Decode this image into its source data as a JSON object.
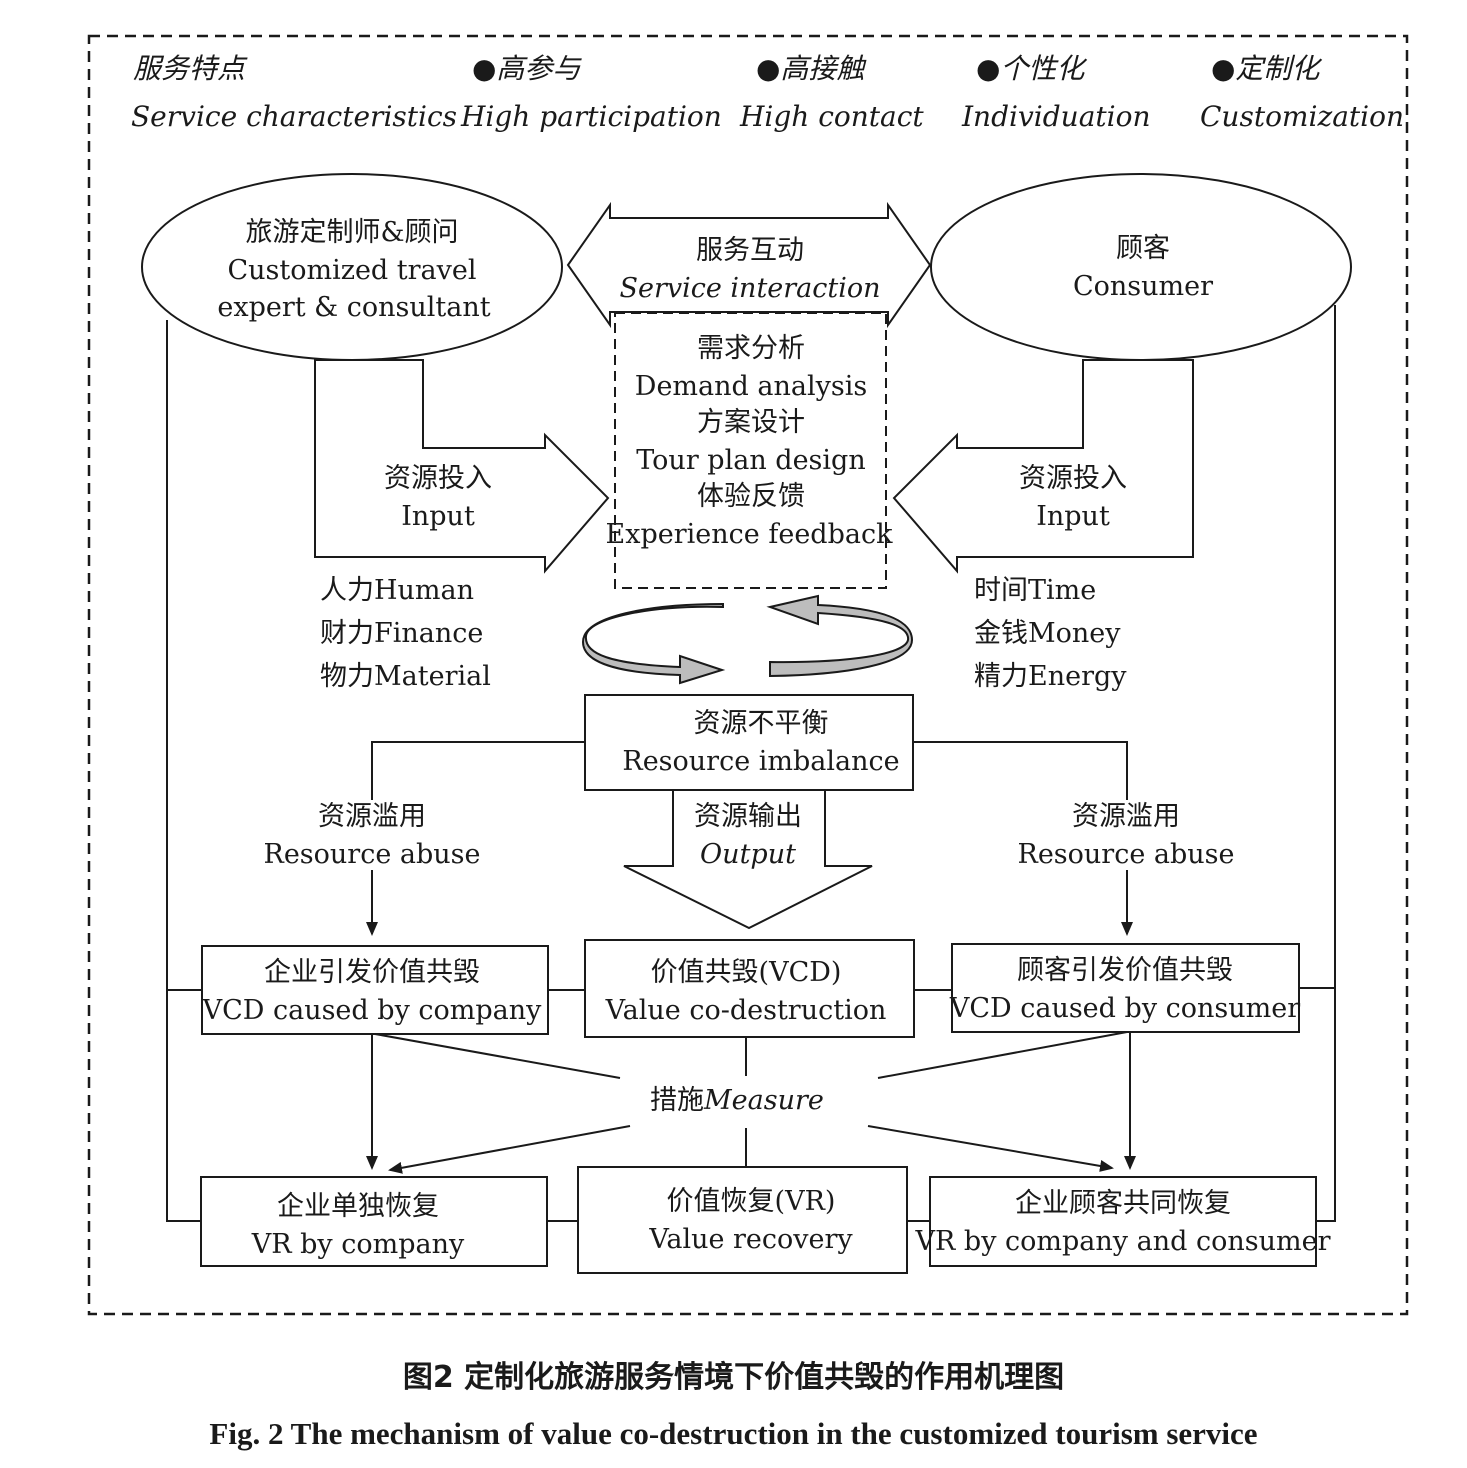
{
  "characteristics": {
    "label_cn": "服务特点",
    "label_en": "Service characteristics",
    "items": [
      {
        "cn": "●高参与",
        "en": "High participation"
      },
      {
        "cn": "●高接触",
        "en": "High contact"
      },
      {
        "cn": "●个性化",
        "en": "Individuation"
      },
      {
        "cn": "●定制化",
        "en": "Customization"
      }
    ]
  },
  "actors": {
    "expert": {
      "cn": "旅游定制师&顾问",
      "en1": "Customized travel",
      "en2": "expert & consultant"
    },
    "consumer": {
      "cn": "顾客",
      "en": "Consumer"
    }
  },
  "interaction": {
    "cn": "服务互动",
    "en": "Service interaction"
  },
  "process": [
    {
      "cn": "需求分析",
      "en": "Demand analysis"
    },
    {
      "cn": "方案设计",
      "en": "Tour plan design"
    },
    {
      "cn": "体验反馈",
      "en": "Experience feedback"
    }
  ],
  "inputs": {
    "left": {
      "cn": "资源投入",
      "en": "Input",
      "resources": [
        "人力Human",
        "财力Finance",
        "物力Material"
      ]
    },
    "right": {
      "cn": "资源投入",
      "en": "Input",
      "resources": [
        "时间Time",
        "金钱Money",
        "精力Energy"
      ]
    }
  },
  "imbalance": {
    "cn": "资源不平衡",
    "en": "Resource imbalance"
  },
  "abuse": {
    "cn": "资源滥用",
    "en": "Resource abuse"
  },
  "output": {
    "cn": "资源输出",
    "en": "Output"
  },
  "vcd": {
    "company": {
      "cn": "企业引发价值共毁",
      "en": "VCD caused by company"
    },
    "center": {
      "cn": "价值共毁(VCD)",
      "en": "Value co-destruction"
    },
    "consumer": {
      "cn": "顾客引发价值共毁",
      "en": "VCD caused by consumer"
    }
  },
  "measure": {
    "cn": "措施",
    "en": "Measure"
  },
  "vr": {
    "company": {
      "cn": "企业单独恢复",
      "en": "VR by company"
    },
    "center": {
      "cn": "价值恢复(VR)",
      "en": "Value recovery"
    },
    "joint": {
      "cn": "企业顾客共同恢复",
      "en": "VR by company and consumer"
    }
  },
  "caption": {
    "cn": "图2   定制化旅游服务情境下价值共毁的作用机理图",
    "en": "Fig. 2   The mechanism of value co-destruction in the customized tourism service"
  }
}
